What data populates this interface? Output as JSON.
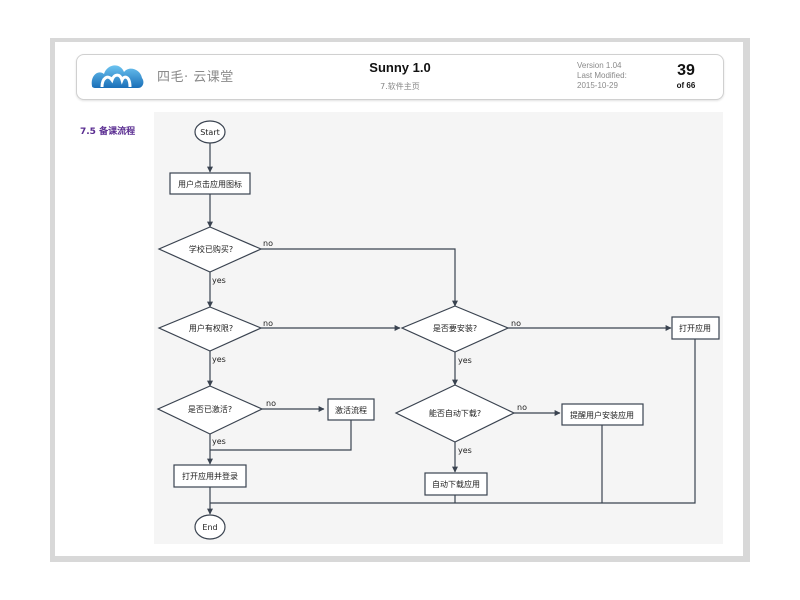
{
  "header": {
    "brand": "四毛· 云课堂",
    "title": "Sunny 1.0",
    "subtitle": "7.软件主页",
    "version": "Version 1.04",
    "modified_label": "Last Modified:",
    "modified_date": "2015-10-29",
    "page_number": "39",
    "page_total": "of 66"
  },
  "section": {
    "title": "7.5 备课流程"
  },
  "flowchart": {
    "nodes": {
      "start": "Start",
      "click_icon": "用户点击应用图标",
      "school_bought": "学校已购买?",
      "user_permission": "用户有权限?",
      "activated": "是否已激活?",
      "activate_flow": "激活流程",
      "open_and_login": "打开应用并登录",
      "end": "End",
      "need_install": "是否要安装?",
      "auto_download_q": "能否自动下载?",
      "remind_install": "提醒用户安装应用",
      "auto_download": "自动下载应用",
      "open_app": "打开应用"
    },
    "edges": {
      "school_no": "no",
      "school_yes": "yes",
      "perm_no": "no",
      "perm_yes": "yes",
      "activated_no": "no",
      "activated_yes": "yes",
      "install_no": "no",
      "install_yes": "yes",
      "download_no": "no",
      "download_yes": "yes"
    }
  }
}
